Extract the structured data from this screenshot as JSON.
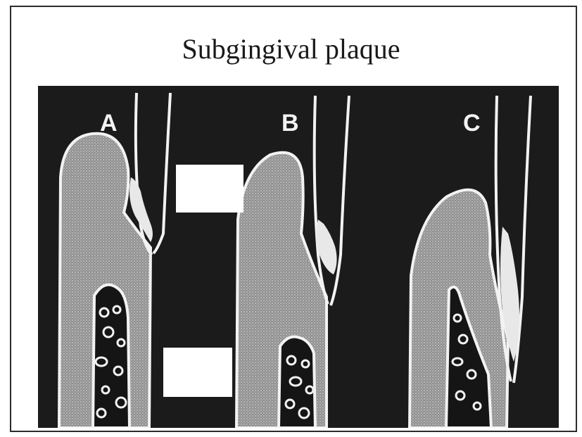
{
  "title": "Subgingival plaque",
  "panels": [
    {
      "label": "A"
    },
    {
      "label": "B"
    },
    {
      "label": "C"
    }
  ],
  "colors": {
    "background": "#1b1b1b",
    "tissue": "#9d9d9d",
    "outline": "#f2f2f2",
    "plaque": "#e8e8e8",
    "blank_box": "#ffffff"
  }
}
